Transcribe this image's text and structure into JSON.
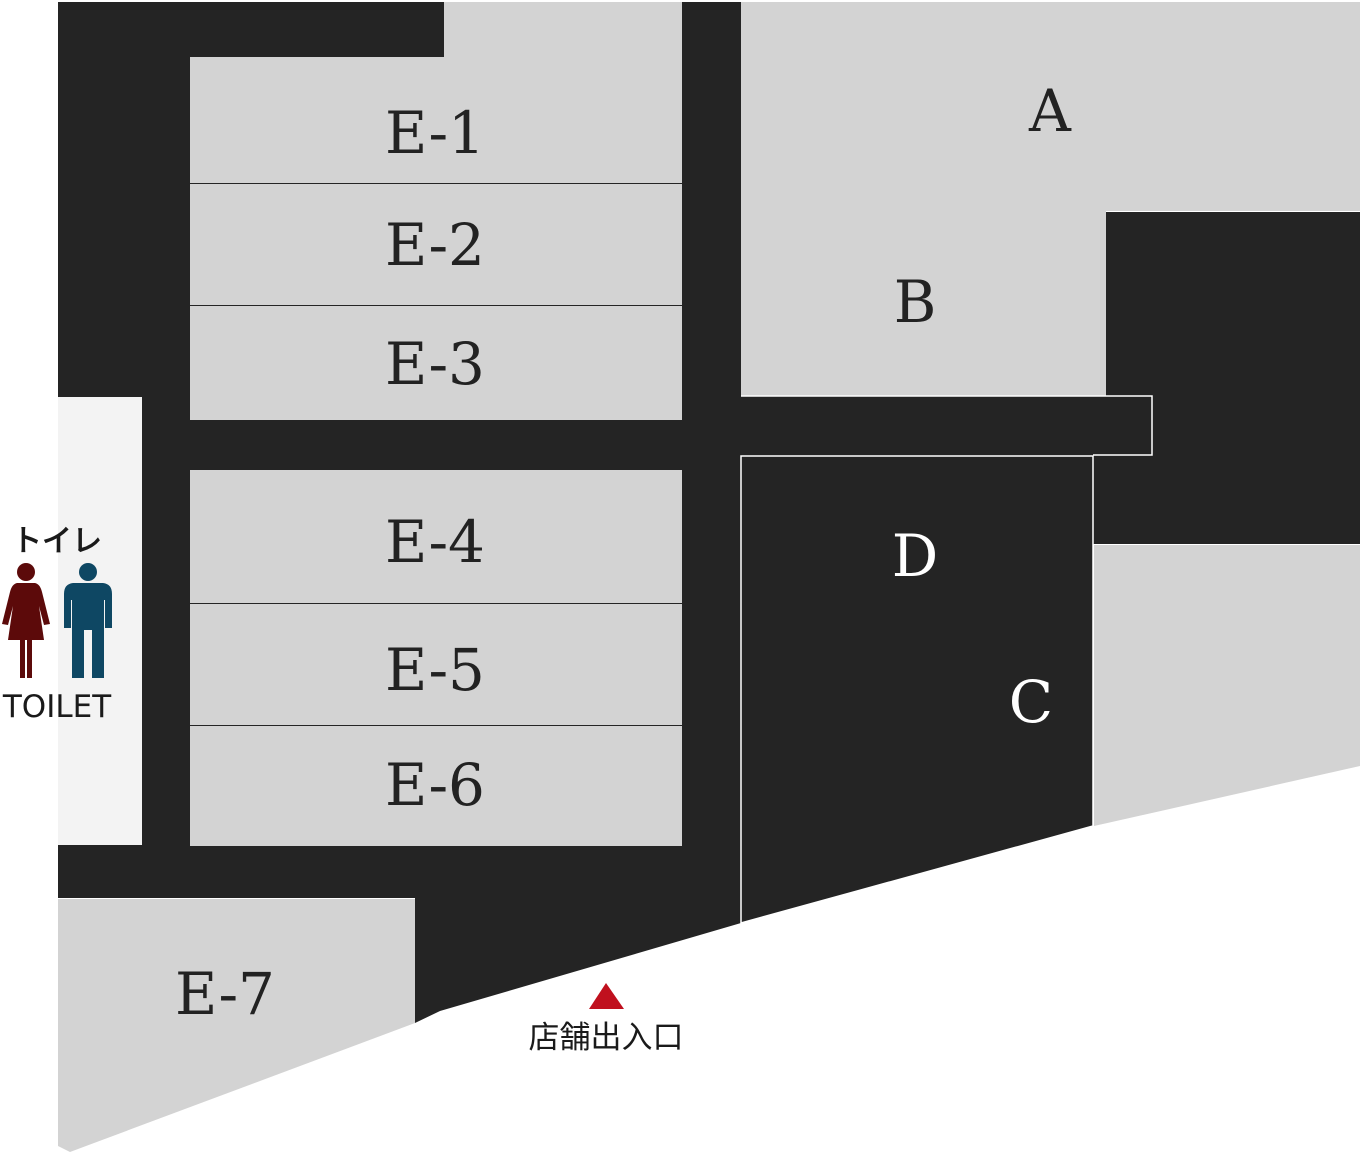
{
  "colors": {
    "corridor": "#242424",
    "shop": "#d3d3d3",
    "toilet_area": "#f3f3f3",
    "female_icon": "#5c0a0a",
    "male_icon": "#0e4763",
    "entrance_marker": "#c0101e"
  },
  "zones": {
    "a": "A",
    "b": "B",
    "c": "C",
    "d": "D",
    "e1": "E-1",
    "e2": "E-2",
    "e3": "E-3",
    "e4": "E-4",
    "e5": "E-5",
    "e6": "E-6",
    "e7": "E-7"
  },
  "toilet": {
    "label_jp": "トイレ",
    "label_en": "TOILET",
    "icons": [
      "female-restroom-icon",
      "male-restroom-icon"
    ]
  },
  "entrance": {
    "label": "店舗出入口",
    "marker_icon": "triangle-up-icon"
  }
}
